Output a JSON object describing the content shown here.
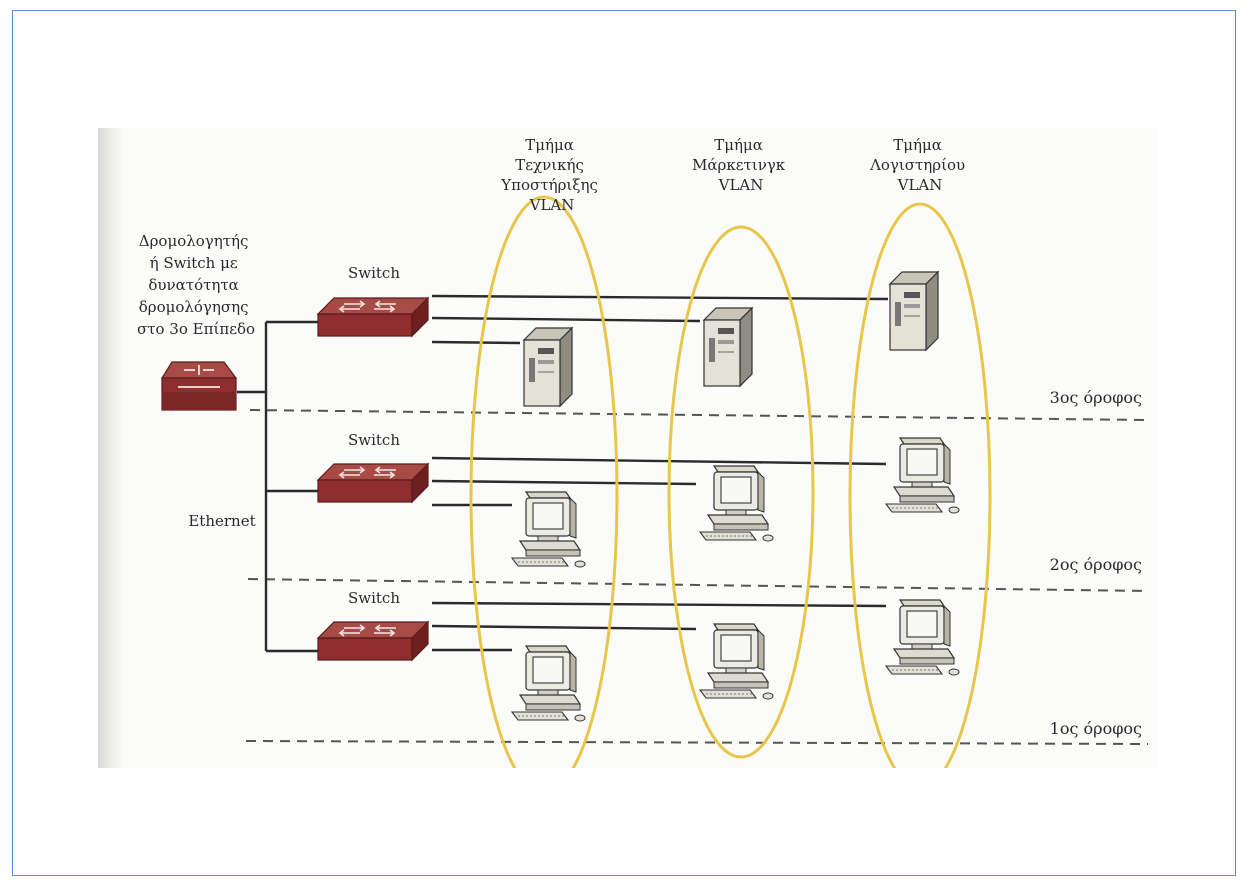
{
  "router": {
    "label_lines": [
      "Δρομολογητής",
      "ή Switch με",
      "δυνατότητα",
      "δρομολόγησης",
      "στο 3ο Επίπεδο"
    ]
  },
  "ethernet_label": "Ethernet",
  "switches": [
    {
      "label": "Switch"
    },
    {
      "label": "Switch"
    },
    {
      "label": "Switch"
    }
  ],
  "vlans": [
    {
      "label_lines": [
        "Τμήμα",
        "Τεχνικής",
        "Υποστήριξης",
        "VLAN"
      ]
    },
    {
      "label_lines": [
        "Τμήμα",
        "Μάρκετινγκ",
        "VLAN"
      ]
    },
    {
      "label_lines": [
        "Τμήμα",
        "Λογιστηρίου",
        "VLAN"
      ]
    }
  ],
  "floors": [
    {
      "label": "3ος όροφος"
    },
    {
      "label": "2ος όροφος"
    },
    {
      "label": "1ος όροφος"
    }
  ],
  "colors": {
    "device_red": "#8e2e2e",
    "vlan_ellipse": "#e8c64a",
    "line": "#2b2b2b",
    "frame": "#5b8fd0"
  }
}
